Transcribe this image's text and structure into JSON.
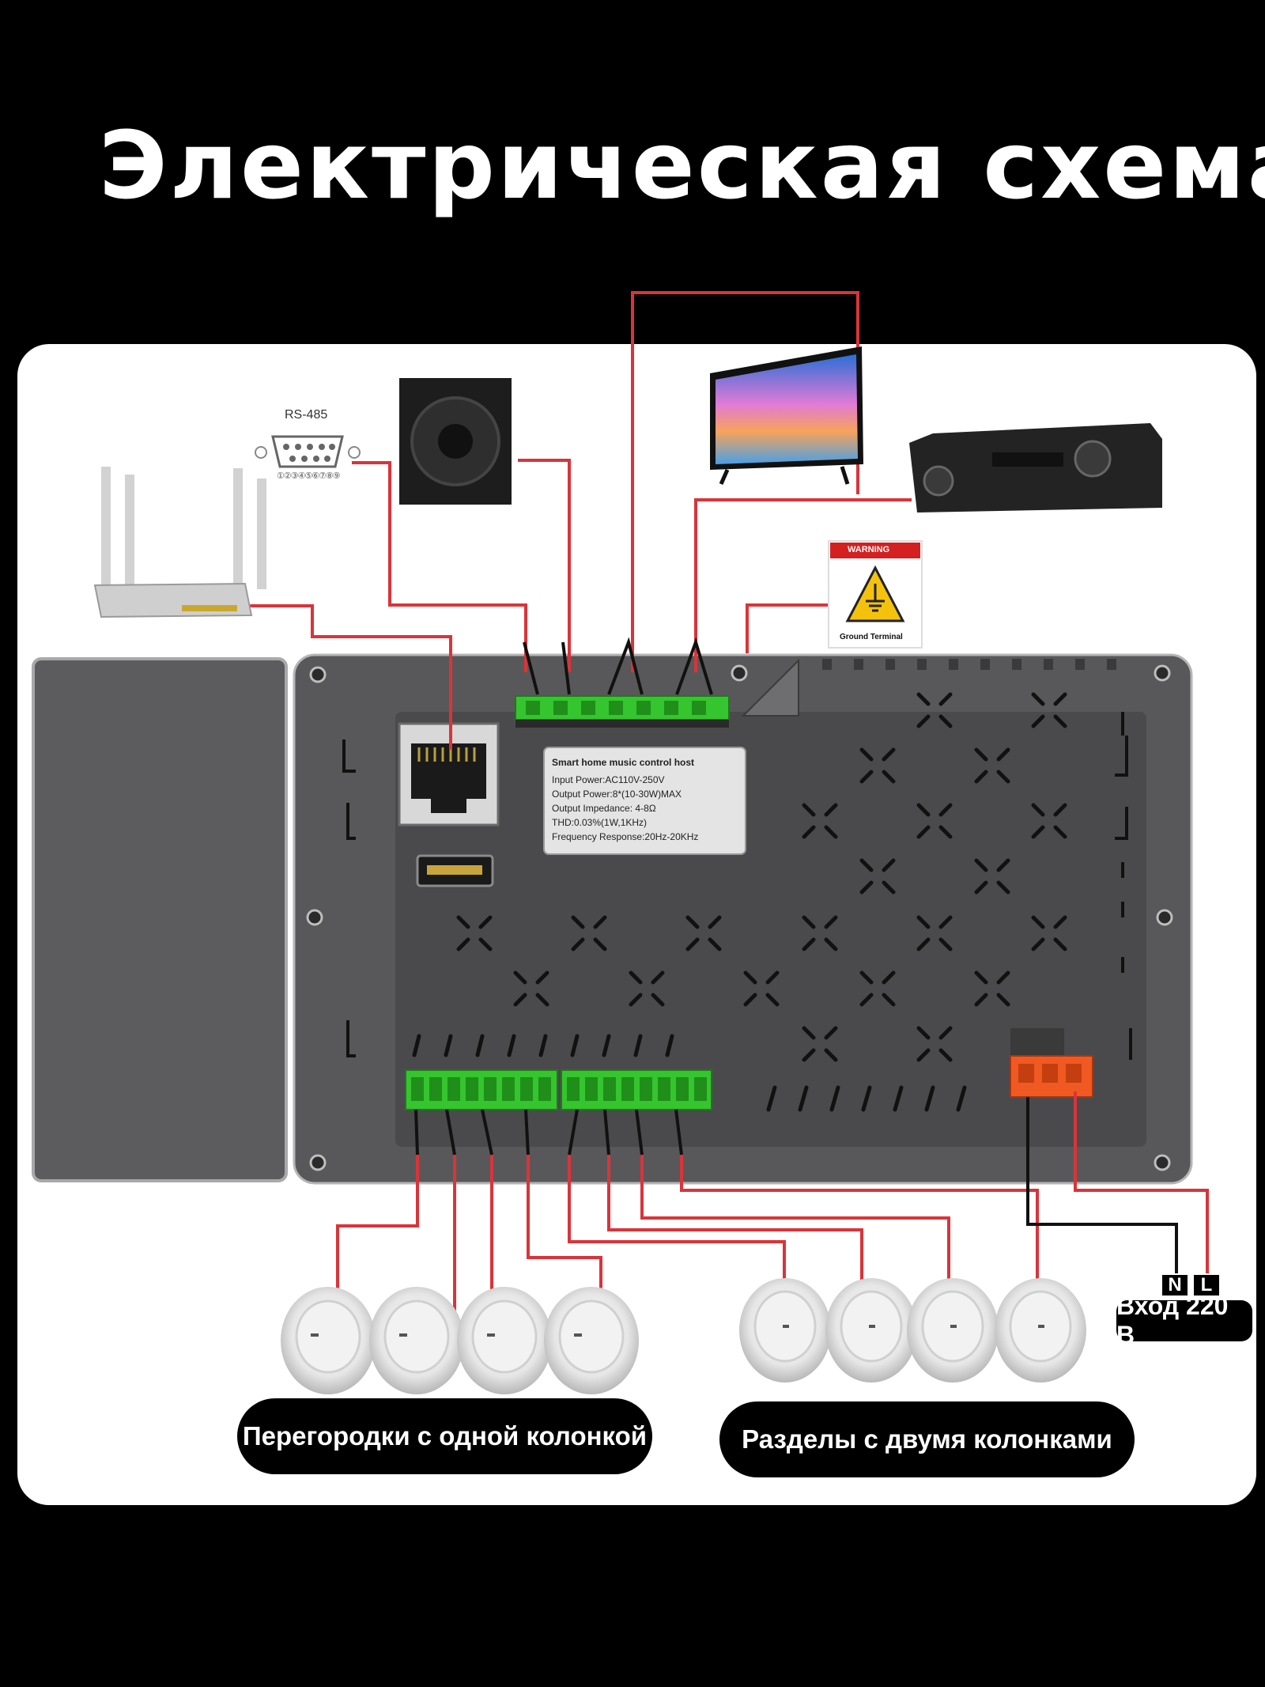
{
  "title": "Электрическая схема",
  "rs485": {
    "label": "RS-485",
    "pins": "①②③④⑤⑥⑦⑧⑨"
  },
  "warning": {
    "header": "WARNING",
    "caption": "Ground Terminal"
  },
  "host_label": {
    "heading": "Smart home music control host",
    "lines": [
      "Input Power:AC110V-250V",
      "Output Power:8*(10-30W)MAX",
      "Output Impedance: 4-8Ω",
      "THD:0.03%(1W,1KHz)",
      "Frequency Response:20Hz-20KHz"
    ]
  },
  "power": {
    "n": "N",
    "l": "L",
    "input": "Вход 220 В"
  },
  "captions": {
    "single": "Перегородки с одной колонкой",
    "double": "Разделы с двумя колонками"
  },
  "colors": {
    "wire": "#d9343a",
    "terminal_green": "#35c52f",
    "terminal_orange": "#f05a22",
    "host_grey": "#58585a"
  }
}
